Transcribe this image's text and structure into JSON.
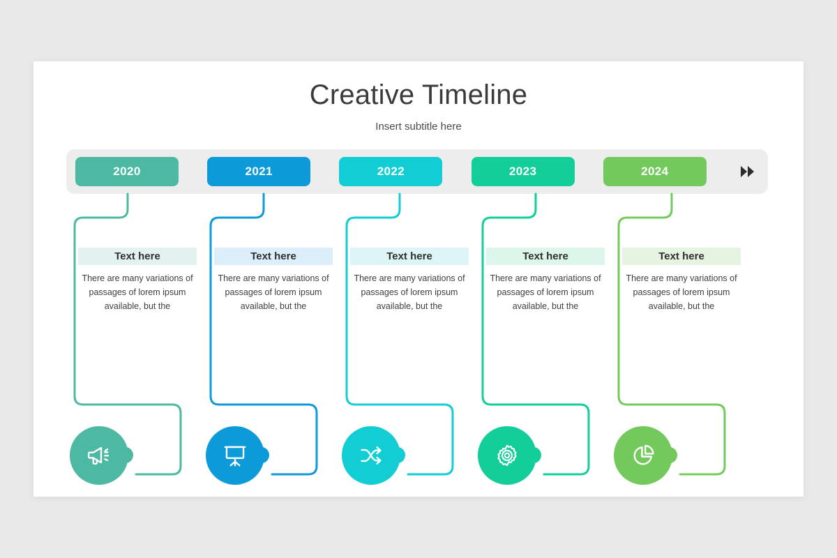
{
  "page": {
    "background": "#e9e9e9",
    "slide_background": "#ffffff"
  },
  "header": {
    "title": "Creative Timeline",
    "subtitle": "Insert subtitle here"
  },
  "toolbar": {
    "forward_icon": "fast-forward-icon",
    "track_color": "#ededed"
  },
  "timeline": {
    "items": [
      {
        "year": "2020",
        "color": "#4db9a2",
        "tint": "#e3f2ee",
        "icon": "megaphone-icon",
        "heading": "Text here",
        "body": "There are many variations of passages of lorem ipsum available, but the"
      },
      {
        "year": "2021",
        "color": "#0d9ad8",
        "tint": "#dbeefa",
        "icon": "presentation-board-icon",
        "heading": "Text here",
        "body": "There are many variations of passages of lorem ipsum available, but the"
      },
      {
        "year": "2022",
        "color": "#12cdd4",
        "tint": "#ddf5f6",
        "icon": "shuffle-icon",
        "heading": "Text here",
        "body": "There are many variations of passages of lorem ipsum available, but the"
      },
      {
        "year": "2023",
        "color": "#13ce99",
        "tint": "#dcf6ec",
        "icon": "gear-icon",
        "heading": "Text here",
        "body": "There are many variations of passages of lorem ipsum available, but the"
      },
      {
        "year": "2024",
        "color": "#74c95c",
        "tint": "#e6f3e1",
        "icon": "pie-chart-icon",
        "heading": "Text here",
        "body": "There are many variations of passages of lorem ipsum available, but the"
      }
    ]
  }
}
